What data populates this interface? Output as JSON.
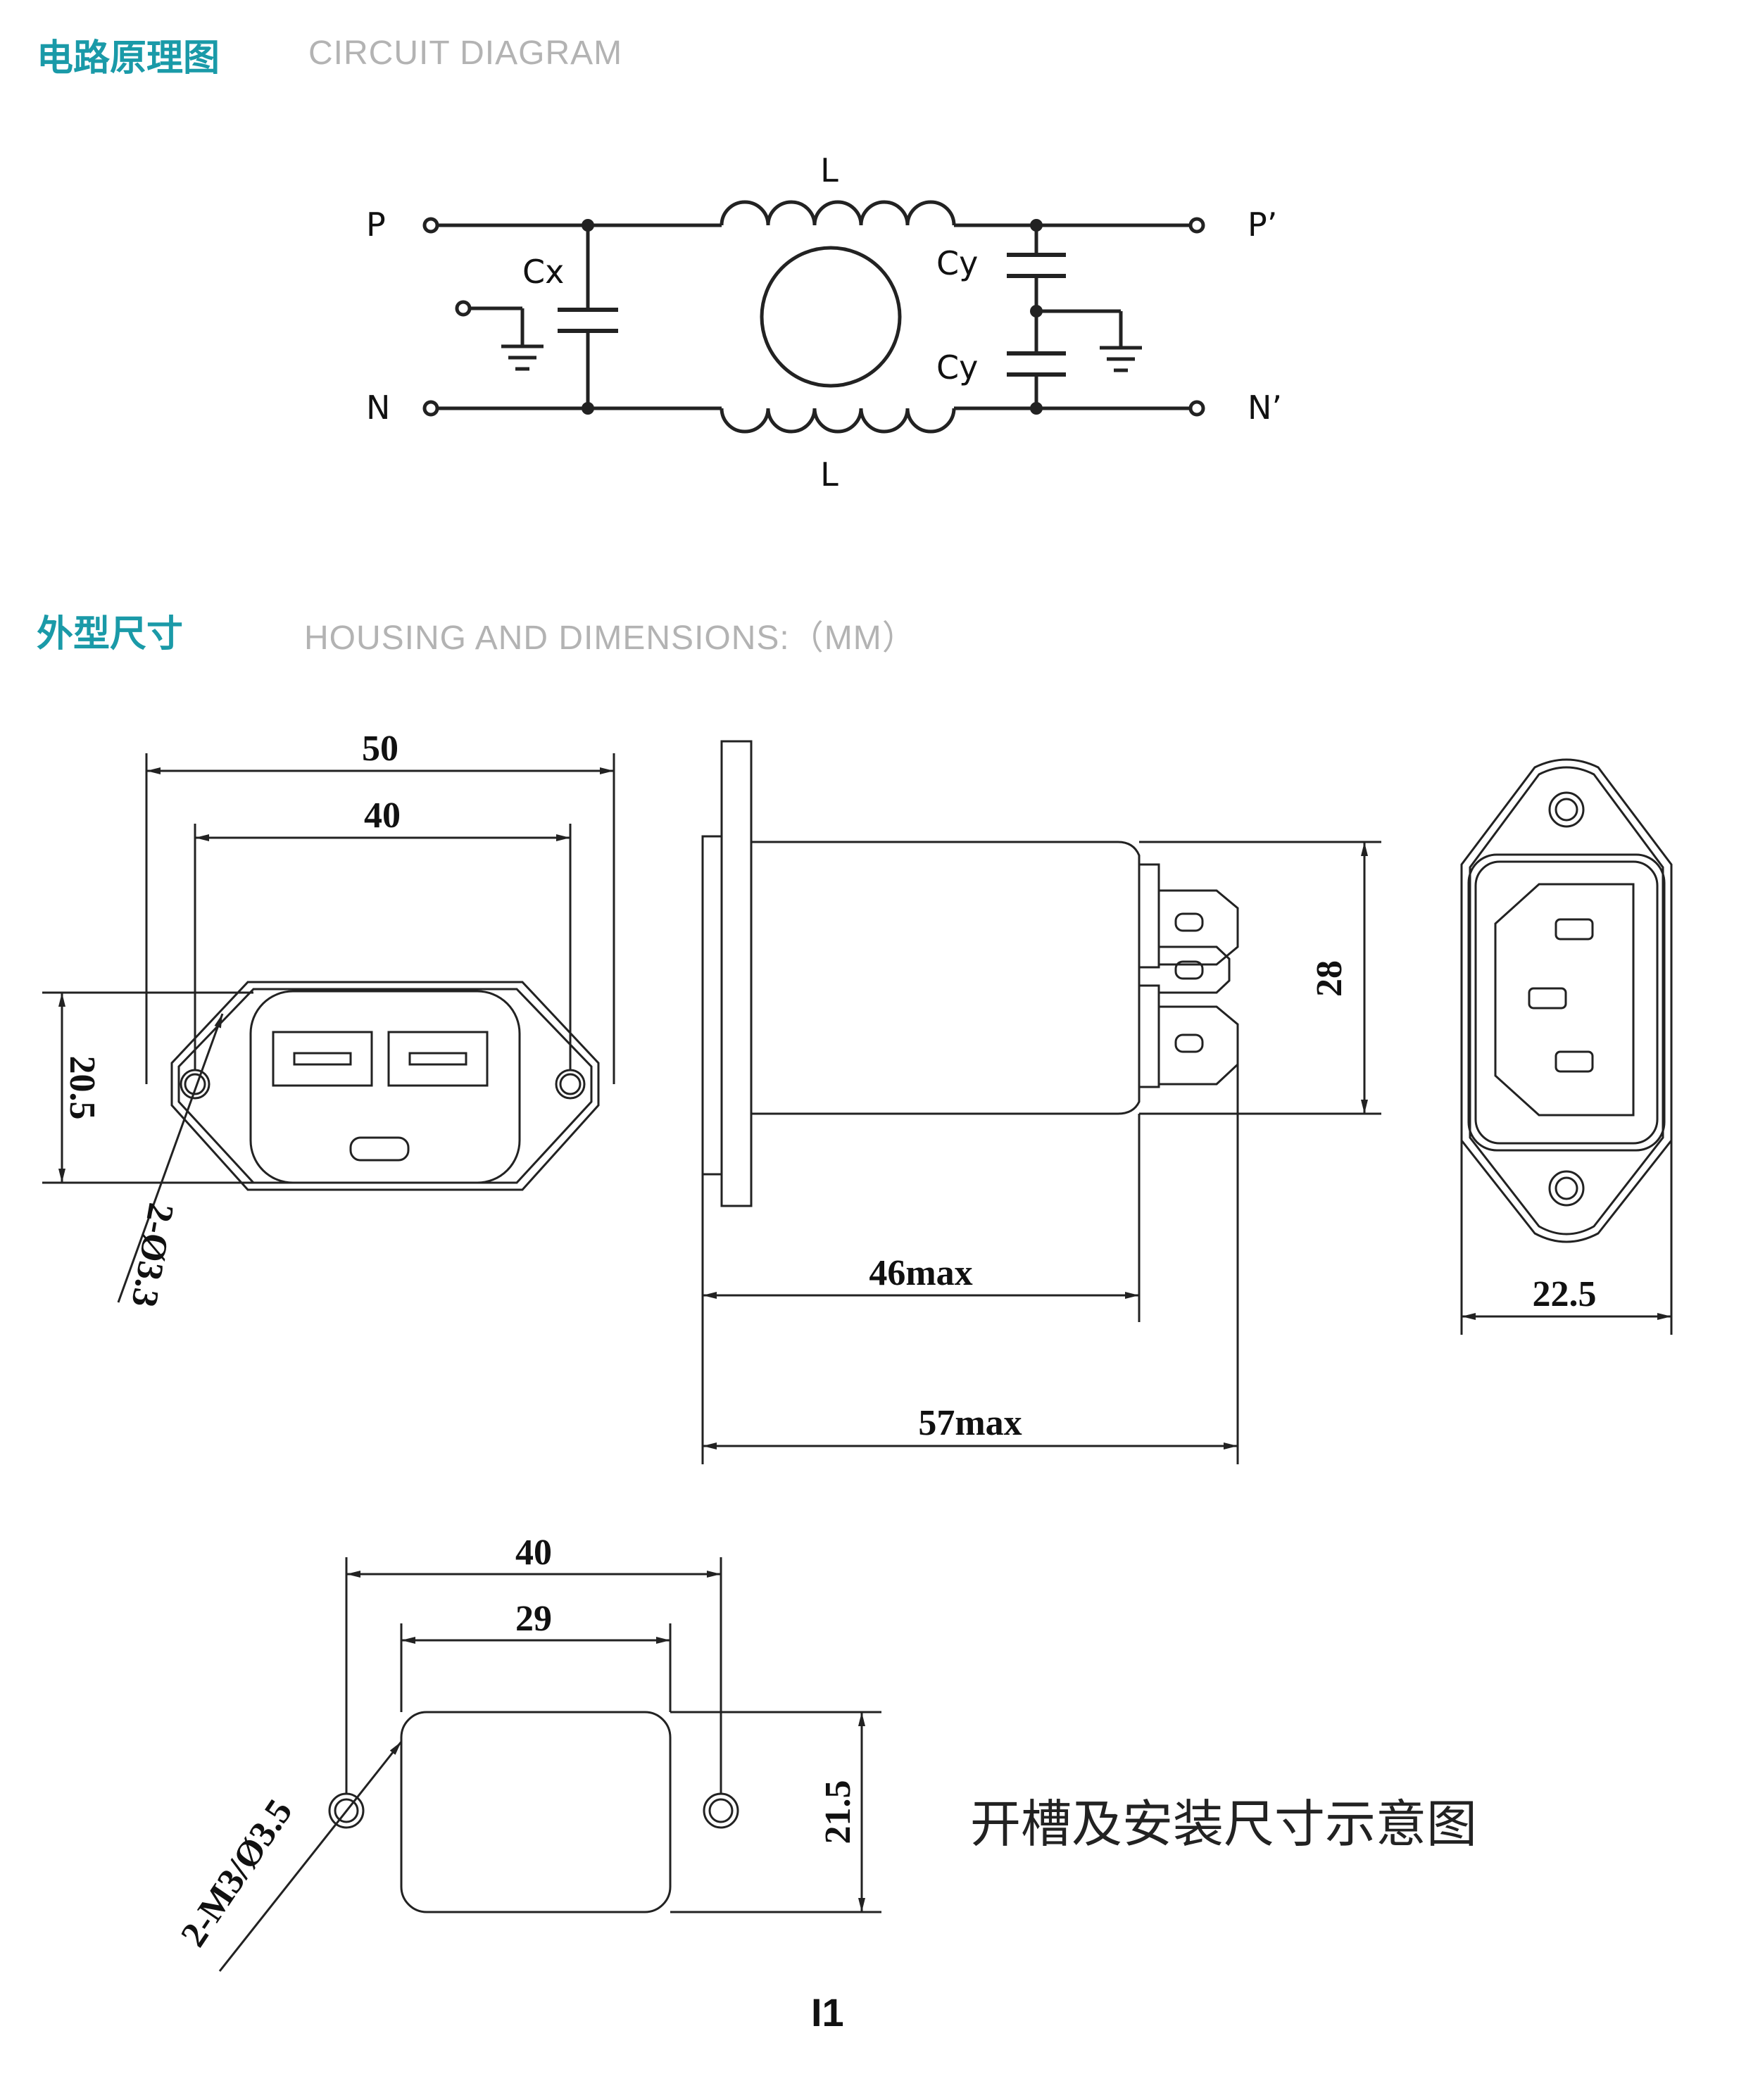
{
  "circuit": {
    "title_cn": "电路原理图",
    "title_en": "CIRCUIT DIAGRAM",
    "labels": {
      "p": "P",
      "n": "N",
      "p_out": "P’",
      "n_out": "N’",
      "l_top": "L",
      "l_bottom": "L",
      "cx": "Cx",
      "cy_top": "Cy",
      "cy_bottom": "Cy"
    }
  },
  "housing": {
    "title_cn": "外型尺寸",
    "title_en": "HOUSING AND DIMENSIONS:（MM）",
    "front": {
      "dim_total": "50",
      "dim_holes": "40",
      "dim_height": "20.5",
      "hole_note": "2-Ø3.3"
    },
    "side": {
      "dim_height": "28",
      "dim_body": "46max",
      "dim_total": "57max"
    },
    "rear": {
      "dim_width": "22.5"
    },
    "panel": {
      "dim_total": "40",
      "dim_cutout": "29",
      "dim_height": "21.5",
      "hole_note": "2-M3/Ø3.5",
      "caption": "开槽及安装尺寸示意图"
    }
  },
  "page_number": "I1",
  "colors": {
    "accent": "#1a9aa8",
    "subtitle": "#b3b3b3",
    "line": "#222222"
  }
}
